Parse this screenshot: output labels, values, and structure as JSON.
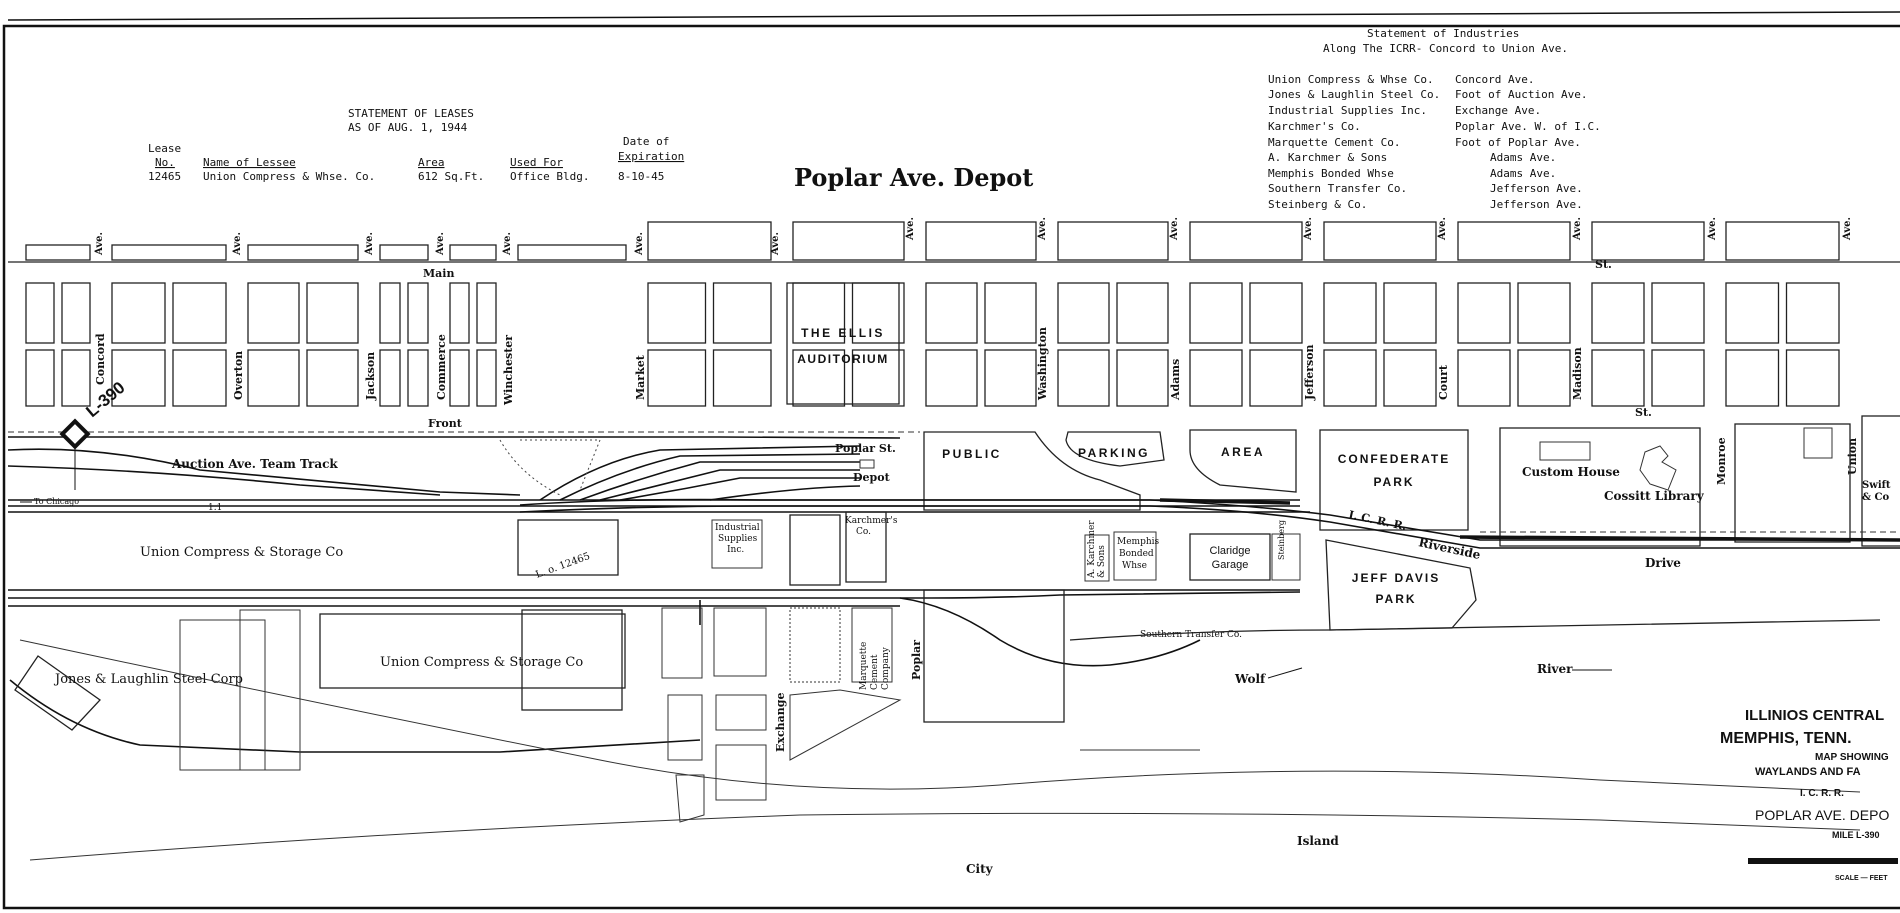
{
  "map": {
    "title": "Poplar Ave. Depot",
    "leases_statement": {
      "heading_line1": "STATEMENT OF LEASES",
      "heading_line2": "AS OF AUG. 1, 1944",
      "col_lease_line1": "Lease",
      "col_lease_line2": "No.",
      "col_lessee": "Name of Lessee",
      "col_area": "Area",
      "col_used_for": "Used For",
      "col_expiration_line1": "Date of",
      "col_expiration_line2": "Expiration",
      "rows": [
        {
          "no": "12465",
          "lessee": "Union Compress & Whse. Co.",
          "area": "612 Sq.Ft.",
          "used_for": "Office Bldg.",
          "expiration": "8-10-45"
        }
      ]
    },
    "industries_statement": {
      "heading_line1": "Statement of Industries",
      "heading_line2": "Along The ICRR- Concord to Union Ave.",
      "rows": [
        {
          "name": "Union Compress & Whse Co.",
          "location": "Concord Ave."
        },
        {
          "name": "Jones & Laughlin Steel Co.",
          "location": "Foot of Auction Ave."
        },
        {
          "name": "Industrial Supplies Inc.",
          "location": "Exchange Ave."
        },
        {
          "name": "Karchmer's Co.",
          "location": "Poplar Ave. W. of I.C."
        },
        {
          "name": "Marquette Cement Co.",
          "location": "Foot of Poplar Ave."
        },
        {
          "name": "A. Karchmer & Sons",
          "location": "Adams Ave."
        },
        {
          "name": "Memphis Bonded Whse",
          "location": "Adams Ave."
        },
        {
          "name": "Southern Transfer Co.",
          "location": "Jefferson Ave."
        },
        {
          "name": "Steinberg & Co.",
          "location": "Jefferson Ave."
        }
      ]
    },
    "streets": {
      "ave": "Ave.",
      "st": "St.",
      "main": "Main",
      "front": "Front",
      "avenues": [
        "Concord",
        "Overton",
        "Jackson",
        "Commerce",
        "Winchester",
        "Market",
        "Washington",
        "Adams",
        "Jefferson",
        "Court",
        "Madison",
        "Monroe",
        "Union",
        "Poplar",
        "Exchange"
      ]
    },
    "blocks": {
      "ellis_line1": "THE ELLIS",
      "ellis_line2": "AUDITORIUM",
      "public": "PUBLIC",
      "parking": "PARKING",
      "area": "AREA",
      "confederate_line1": "CONFEDERATE",
      "confederate_line2": "PARK",
      "custom_house": "Custom House",
      "cossitt": "Cossitt Library",
      "jeff_line1": "JEFF DAVIS",
      "jeff_line2": "PARK",
      "claridge_line1": "Claridge",
      "claridge_line2": "Garage",
      "swift_line1": "Swift",
      "swift_line2": "& Co"
    },
    "railroad": {
      "team_track": "Auction Ave. Team Track",
      "poplar_st": "Poplar St.",
      "depot": "Depot",
      "to_chicago": "To Chicago",
      "icrr": "I. C. R. R.",
      "riverside": "Riverside",
      "drive": "Drive",
      "mile_post": "L-390",
      "lease_label": "L. o. 12465",
      "track_mark": "1.1"
    },
    "industries_on_map": {
      "union_compress_1": "Union Compress & Storage Co",
      "union_compress_2": "Union Compress & Storage Co",
      "jones": "Jones & Laughlin Steel Corp",
      "industrial_supplies_line1": "Industrial",
      "industrial_supplies_line2": "Supplies",
      "industrial_supplies_line3": "Inc.",
      "karchmers_line1": "Karchmer's",
      "karchmers_line2": "Co.",
      "marquette_line1": "Marquette",
      "marquette_line2": "Cement",
      "marquette_line3": "Company",
      "a_karchmer_line1": "A. Karchmer",
      "a_karchmer_line2": "& Sons",
      "memphis_bonded_line1": "Memphis",
      "memphis_bonded_line2": "Bonded",
      "memphis_bonded_line3": "Whse",
      "steinberg": "Steinberg",
      "southern_transfer": "Southern Transfer Co."
    },
    "water": {
      "wolf": "Wolf",
      "river": "River",
      "island": "Island",
      "city": "City"
    },
    "title_block": {
      "line1": "ILLINIOS CENTRAL",
      "line2": "MEMPHIS, TENN.",
      "line3": "MAP SHOWING",
      "line4": "WAYLANDS AND FA",
      "line5": "I. C. R. R.",
      "line6": "POPLAR AVE. DEPO",
      "line7": "MILE L-390",
      "scale": "SCALE — FEET"
    }
  }
}
